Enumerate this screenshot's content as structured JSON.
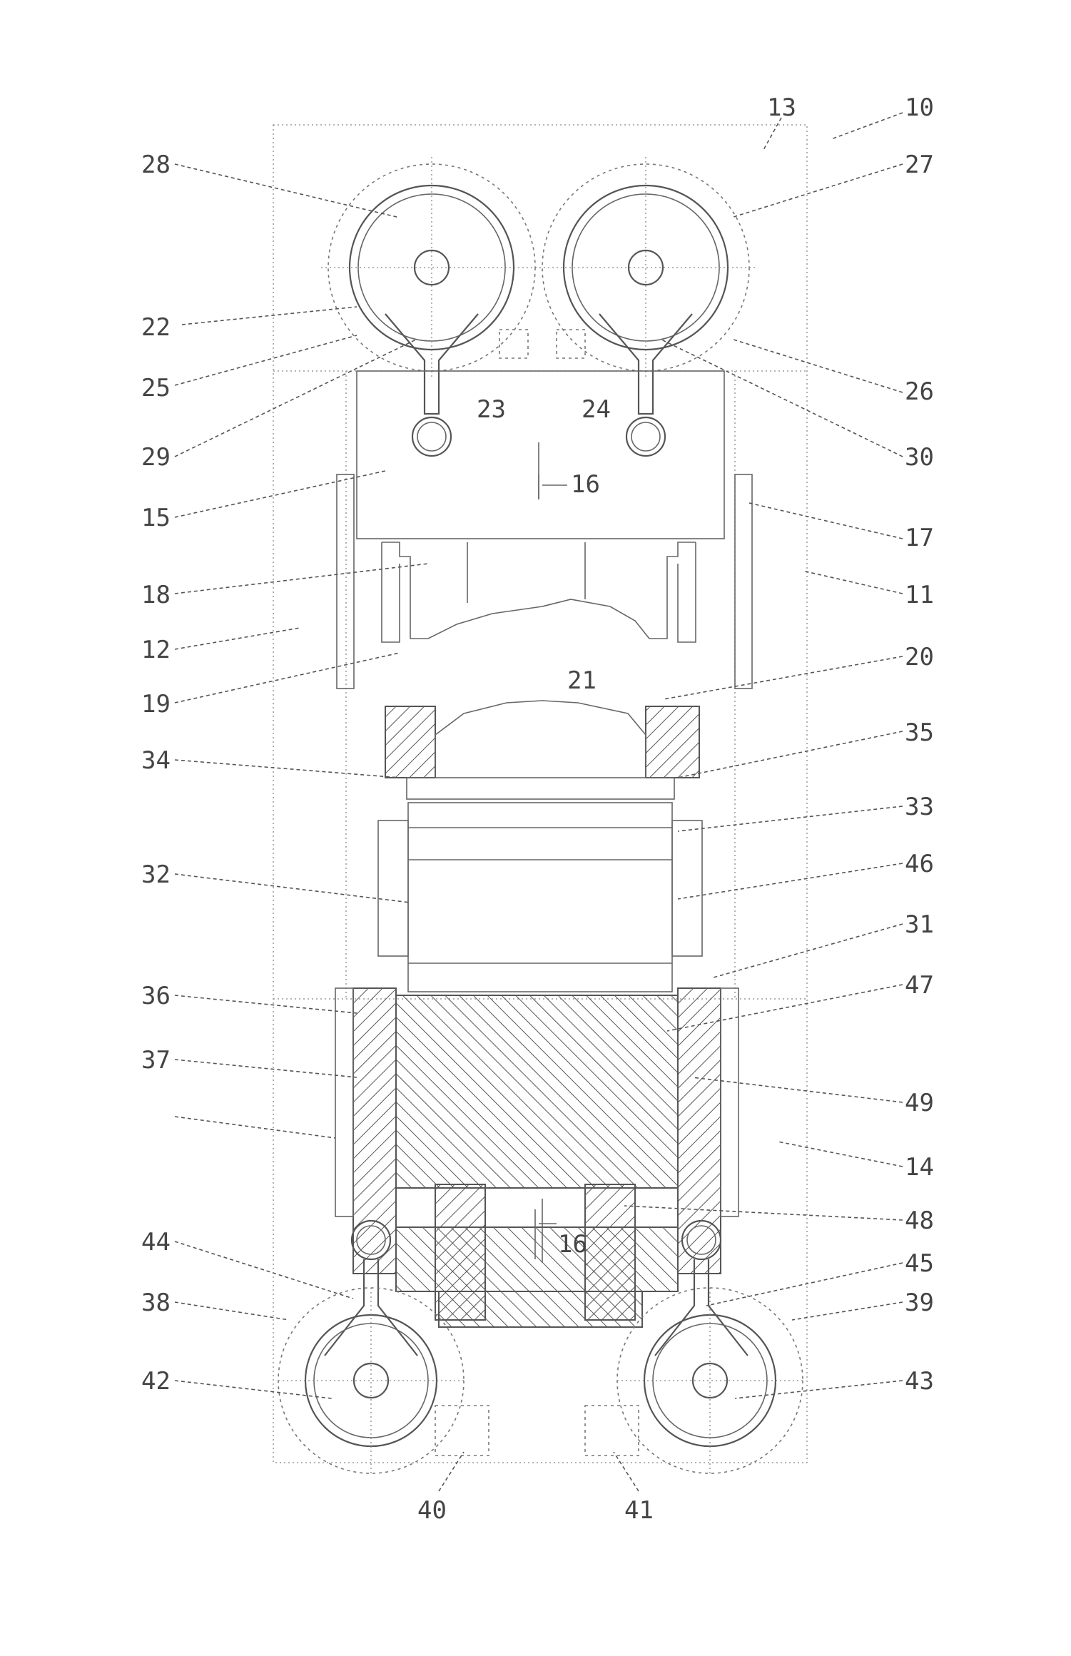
{
  "labels": {
    "l10": "10",
    "l11": "11",
    "l12": "12",
    "l13": "13",
    "l14": "14",
    "l15": "15",
    "l16a": "16",
    "l16b": "16",
    "l17": "17",
    "l18": "18",
    "l19": "19",
    "l20": "20",
    "l21": "21",
    "l22": "22",
    "l23": "23",
    "l24": "24",
    "l25": "25",
    "l26": "26",
    "l27": "27",
    "l28": "28",
    "l29": "29",
    "l30": "30",
    "l31": "31",
    "l32": "32",
    "l33": "33",
    "l34": "34",
    "l35": "35",
    "l36": "36",
    "l37": "37",
    "l38": "38",
    "l39": "39",
    "l40": "40",
    "l41": "41",
    "l42": "42",
    "l43": "43",
    "l44": "44",
    "l45": "45",
    "l46": "46",
    "l47": "47",
    "l48": "48",
    "l49": "49"
  }
}
